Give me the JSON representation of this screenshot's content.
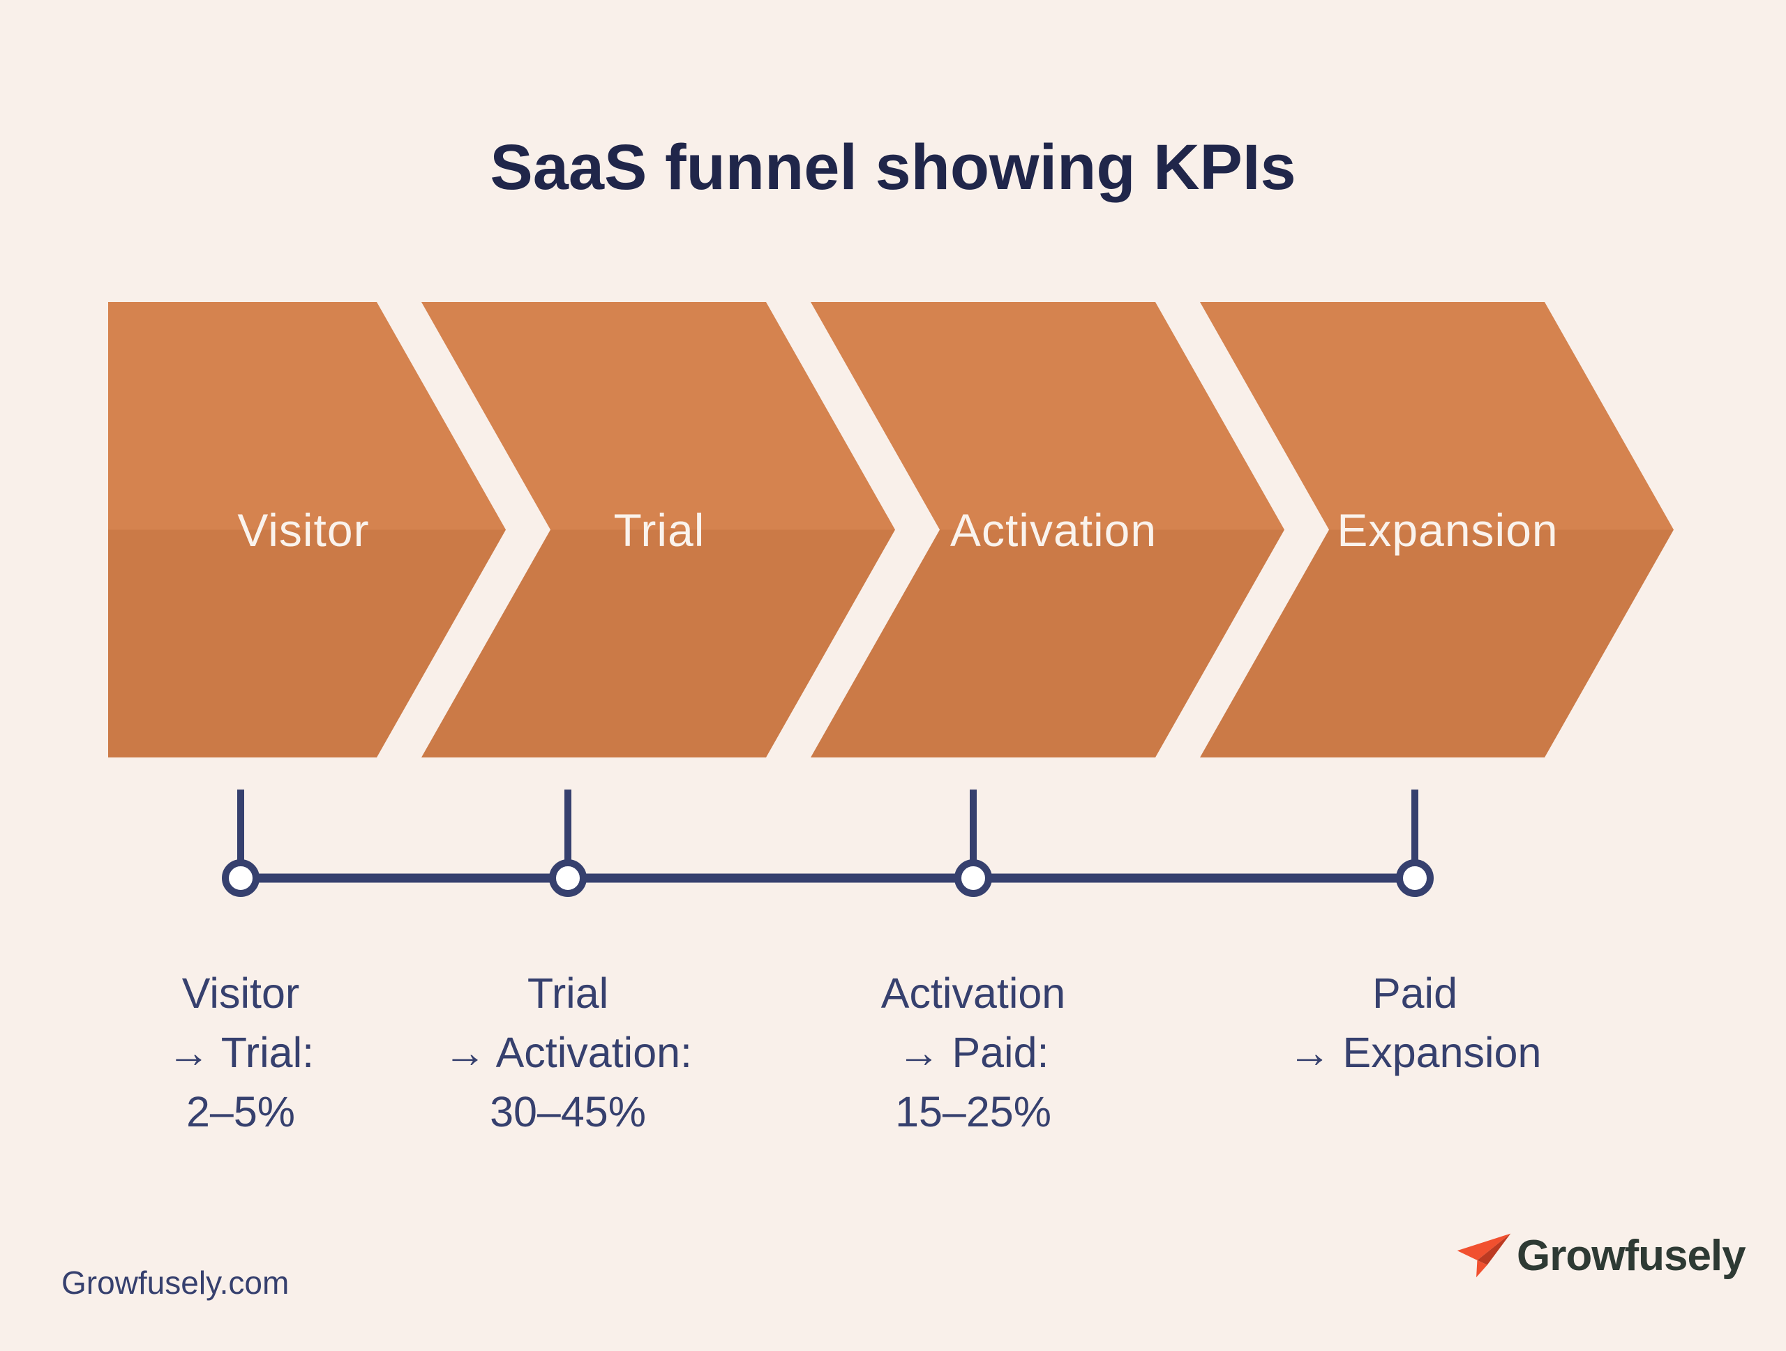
{
  "title": "SaaS funnel showing KPIs",
  "funnel": {
    "stages": [
      {
        "label": "Visitor"
      },
      {
        "label": "Trial"
      },
      {
        "label": "Activation"
      },
      {
        "label": "Expansion"
      }
    ]
  },
  "kpis": [
    {
      "line1": "Visitor",
      "line2": "→ Trial:",
      "line3": "2–5%"
    },
    {
      "line1": "Trial",
      "line2": "→ Activation:",
      "line3": "30–45%"
    },
    {
      "line1": "Activation",
      "line2": "→ Paid:",
      "line3": "15–25%"
    },
    {
      "line1": "Paid",
      "line2": "→ Expansion",
      "line3": ""
    }
  ],
  "footer": {
    "website": "Growfusely.com",
    "brand": "Growfusely"
  },
  "colors": {
    "background": "#F9F0EA",
    "arrow_top": "#D5834F",
    "arrow_bottom": "#CB7A47",
    "navy": "#36406E",
    "title_text": "#20264A",
    "stage_text": "#FAF3ED",
    "logo_text": "#2E3A34",
    "logo_plane_bright": "#F1502F",
    "logo_plane_dark": "#BC3A22"
  }
}
